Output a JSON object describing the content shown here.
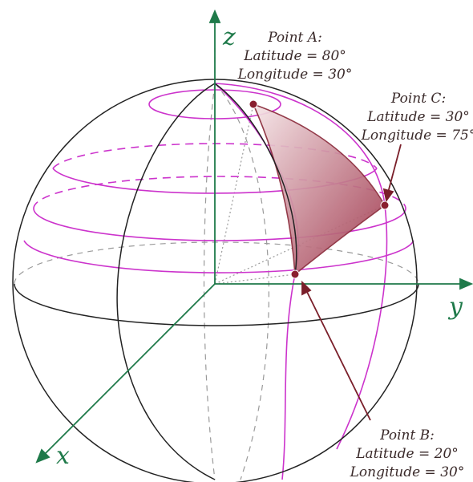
{
  "axes": {
    "z": "z",
    "y": "y",
    "x": "x"
  },
  "points": {
    "A": {
      "name": "Point A:",
      "lat": "Latitude = 80°",
      "lon": "Longitude = 30°"
    },
    "C": {
      "name": "Point C:",
      "lat": "Latitude = 30°",
      "lon": "Longitude = 75°"
    },
    "B": {
      "name": "Point B:",
      "lat": "Latitude = 20°",
      "lon": "Longitude = 30°"
    }
  },
  "colors": {
    "sphere_outline": "#222222",
    "latitude_circles": "#cc33cc",
    "axes": "#1f7a4a",
    "triangle": "#b0485a",
    "hidden_lines": "#9a9a9a"
  }
}
